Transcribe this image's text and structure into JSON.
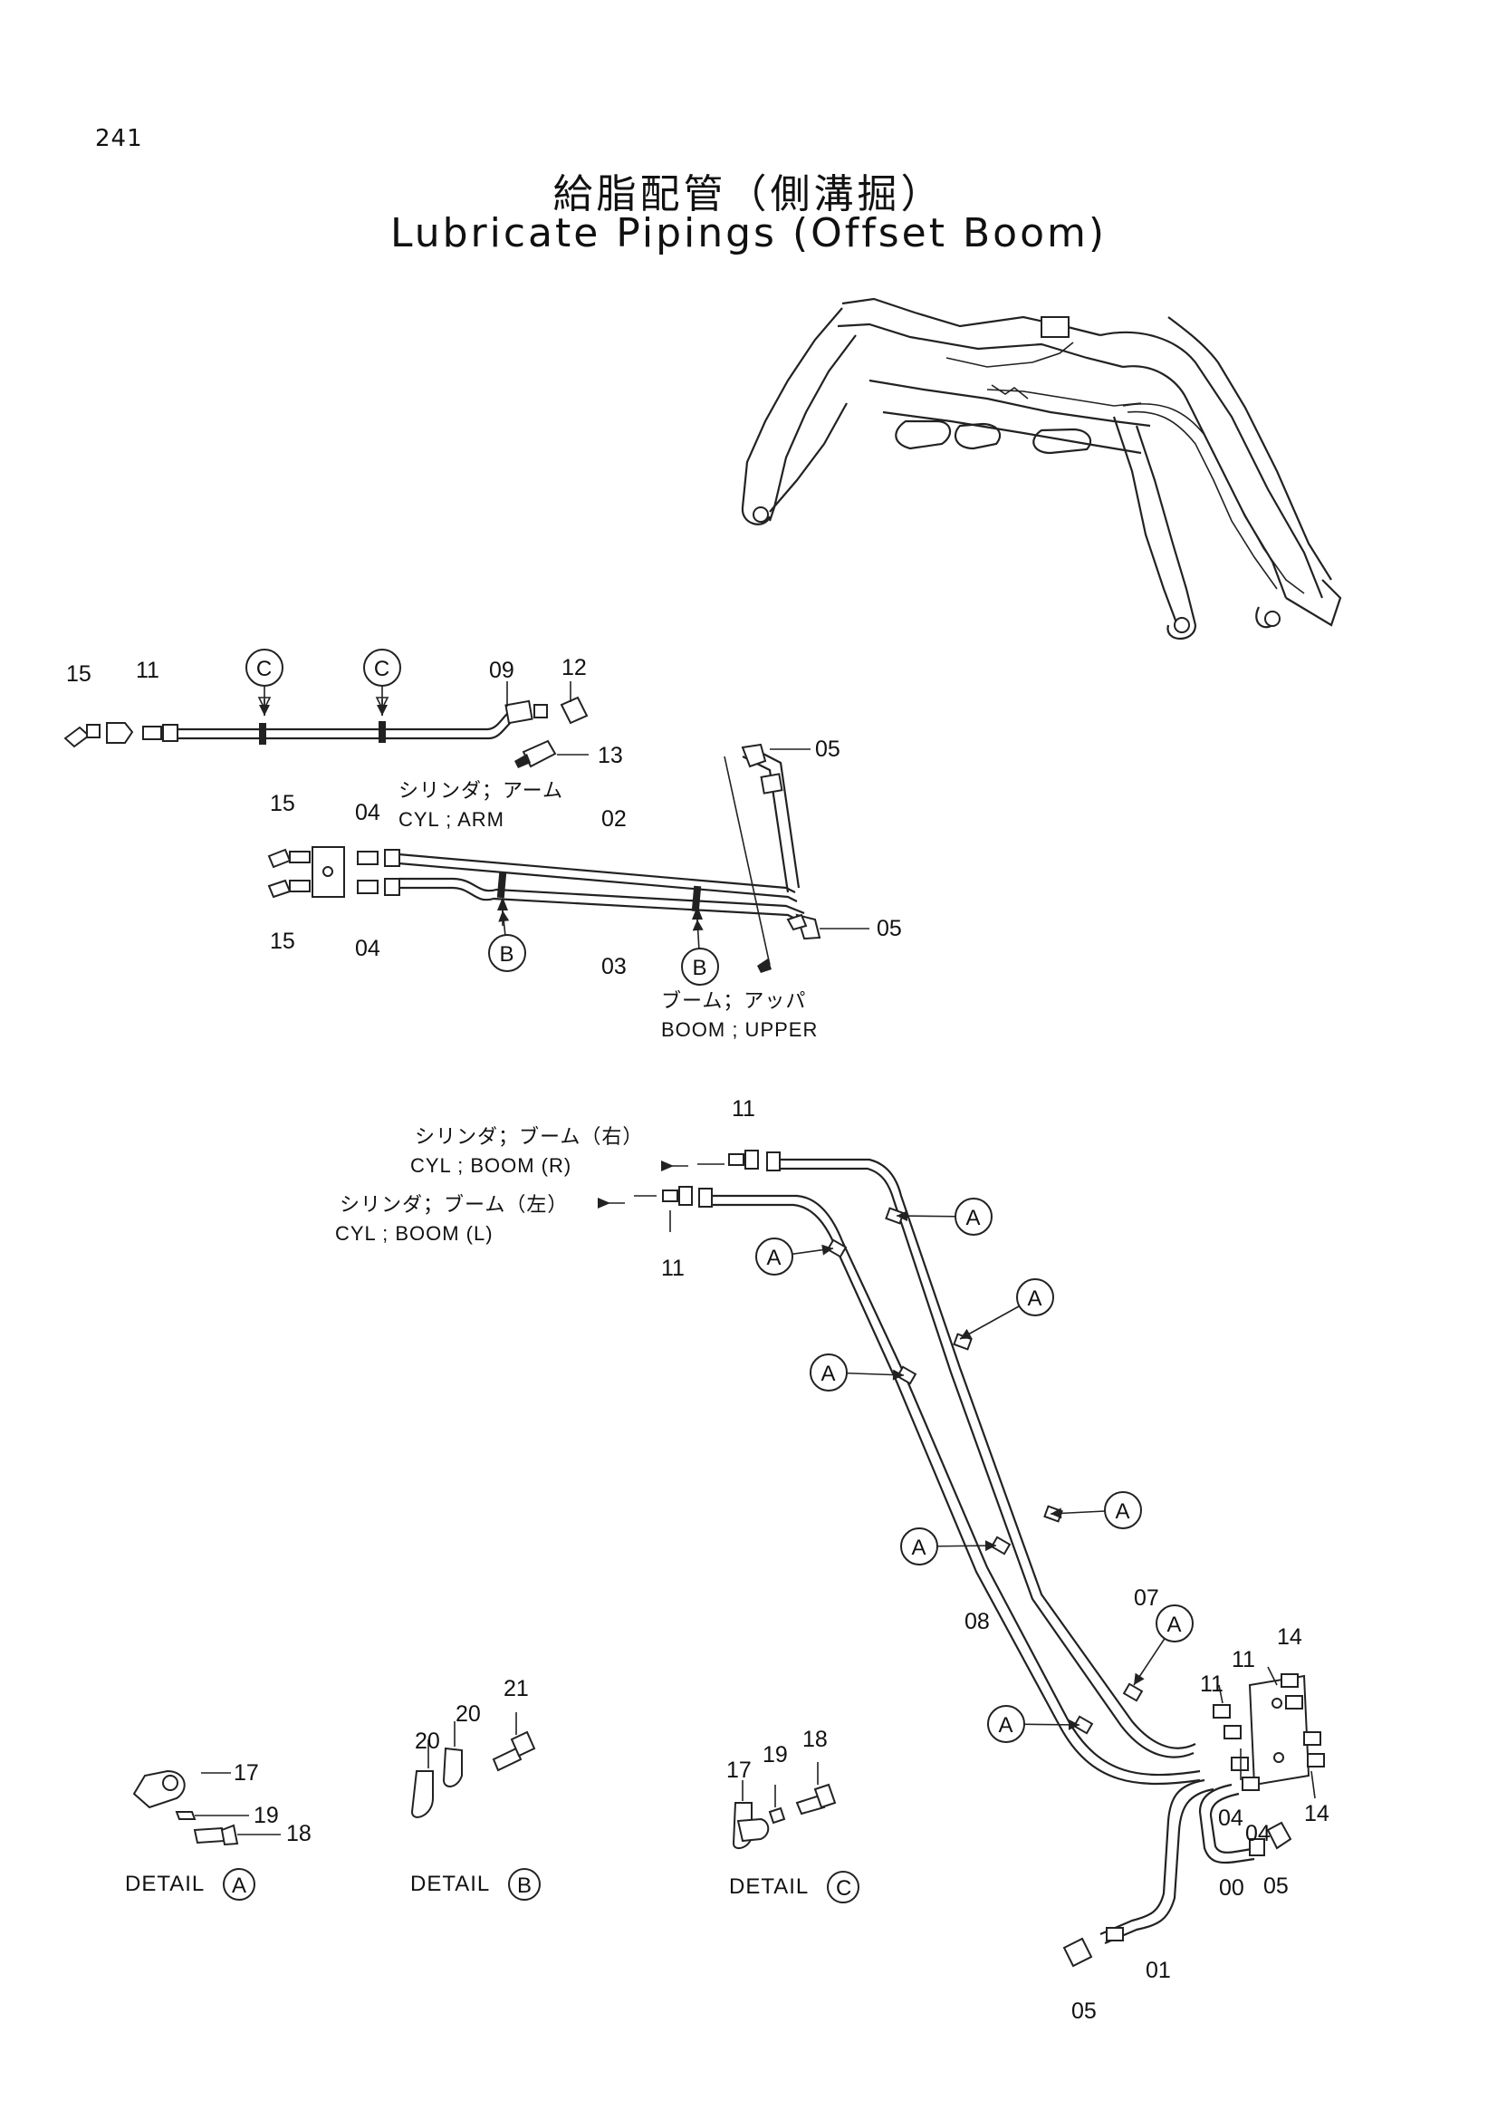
{
  "page_number": "241",
  "title_jp": "給脂配管（側溝掘）",
  "title_en": "Lubricate Pipings (Offset Boom)",
  "labels": {
    "arm_jp": "シリンダ；アーム",
    "arm_en": "CYL ; ARM",
    "boom_upper_jp": "ブーム；アッパ",
    "boom_upper_en": "BOOM ; UPPER",
    "boom_r_jp": "シリンダ；ブーム（右）",
    "boom_r_en": "CYL ; BOOM (R)",
    "boom_l_jp": "シリンダ；ブーム（左）",
    "boom_l_en": "CYL ; BOOM (L)"
  },
  "parts": {
    "p00": "00",
    "p01": "01",
    "p02": "02",
    "p03": "03",
    "p04": "04",
    "p05": "05",
    "p07": "07",
    "p08": "08",
    "p09": "09",
    "p11": "11",
    "p12": "12",
    "p13": "13",
    "p14": "14",
    "p15": "15",
    "p17": "17",
    "p18": "18",
    "p19": "19",
    "p20": "20",
    "p21": "21"
  },
  "detail_refs": {
    "a": "A",
    "b": "B",
    "c": "C"
  },
  "detail_captions": {
    "word": "DETAIL"
  }
}
